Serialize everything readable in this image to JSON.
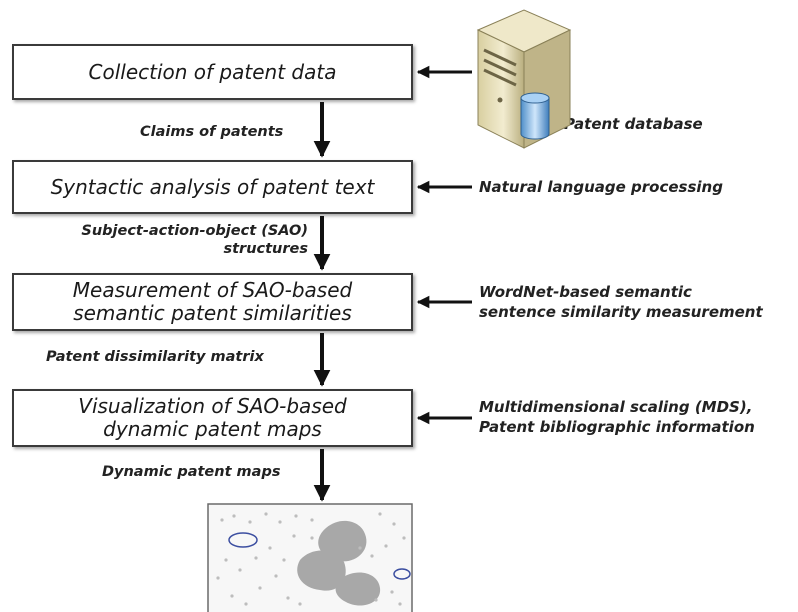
{
  "steps": [
    {
      "lines": [
        "Collection of patent data"
      ]
    },
    {
      "lines": [
        "Syntactic analysis of patent text"
      ]
    },
    {
      "lines": [
        "Measurement of SAO-based",
        "semantic patent similarities"
      ]
    },
    {
      "lines": [
        "Visualization of SAO-based",
        "dynamic patent maps"
      ]
    }
  ],
  "flow_labels": [
    {
      "lines": [
        "Claims of patents"
      ]
    },
    {
      "lines": [
        "Subject-action-object (SAO)",
        "structures"
      ]
    },
    {
      "lines": [
        "Patent dissimilarity matrix"
      ]
    },
    {
      "lines": [
        "Dynamic patent maps"
      ]
    }
  ],
  "inputs": [
    {
      "lines": [
        "Patent database"
      ],
      "icon": "server-database-icon"
    },
    {
      "lines": [
        "Natural language processing"
      ]
    },
    {
      "lines": [
        "WordNet-based semantic",
        "sentence similarity measurement"
      ]
    },
    {
      "lines": [
        "Multidimensional scaling (MDS),",
        "Patent bibliographic information"
      ]
    }
  ],
  "output_image": {
    "icon": "patent-map-thumbnail"
  },
  "colors": {
    "box_border": "#3a3a3a",
    "arrow": "#111111",
    "text": "#222222"
  }
}
